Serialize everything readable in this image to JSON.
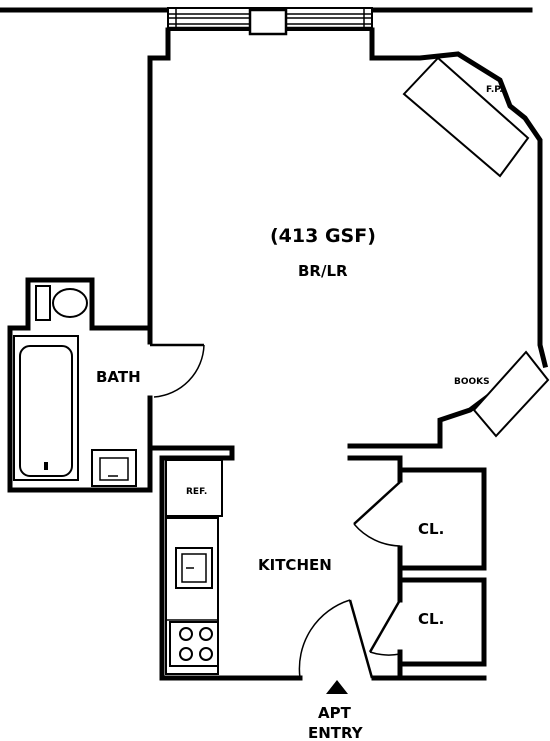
{
  "rooms": {
    "area": "(413 GSF)",
    "main": "BR/LR",
    "bath": "BATH",
    "kitchen": "KITCHEN",
    "closet_upper": "CL.",
    "closet_lower": "CL."
  },
  "fixtures": {
    "fireplace": "F.P.",
    "books": "BOOKS",
    "refrigerator": "REF."
  },
  "entry": {
    "line1": "APT",
    "line2": "ENTRY"
  }
}
